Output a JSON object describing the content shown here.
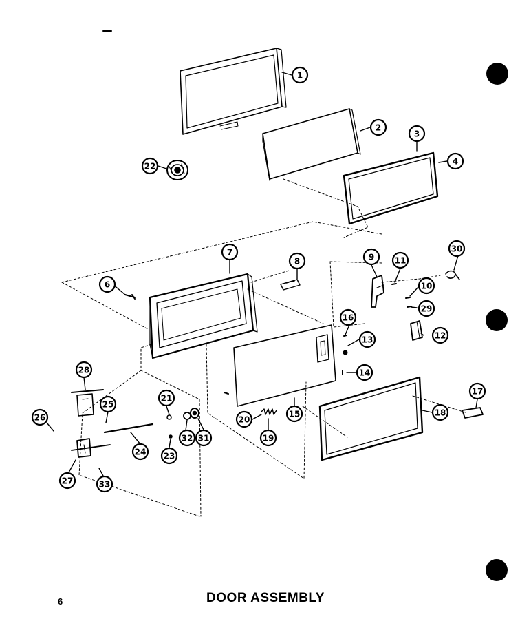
{
  "page_number": "6",
  "title": "DOOR ASSEMBLY",
  "callouts": [
    "1",
    "2",
    "3",
    "4",
    "6",
    "7",
    "8",
    "9",
    "10",
    "11",
    "12",
    "13",
    "14",
    "15",
    "16",
    "17",
    "18",
    "19",
    "20",
    "21",
    "22",
    "23",
    "24",
    "25",
    "26",
    "27",
    "28",
    "29",
    "30",
    "31",
    "32",
    "33"
  ],
  "colors": {
    "ink": "#000000",
    "paper": "#ffffff"
  }
}
